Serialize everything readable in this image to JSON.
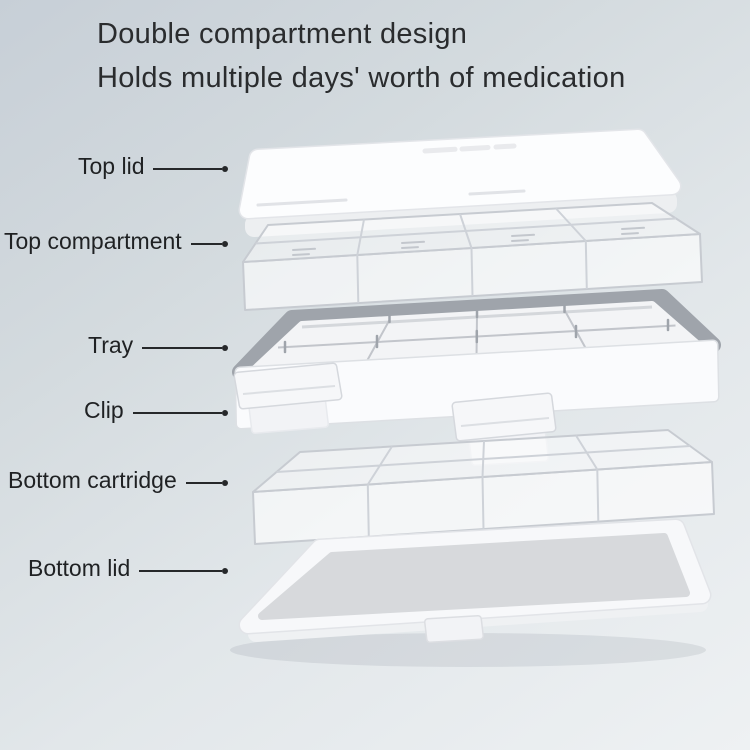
{
  "title": {
    "line1": "Double compartment design",
    "line2": "Holds multiple days' worth of medication"
  },
  "labels": {
    "top_lid": "Top lid",
    "top_compartment": "Top compartment",
    "tray": "Tray",
    "clip": "Clip",
    "bottom_cartridge": "Bottom cartridge",
    "bottom_lid": "Bottom lid"
  },
  "colors": {
    "background_top": "#c7cfd7",
    "background_bottom": "#eef1f3",
    "callout_line": "#26282a",
    "title_text": "#2a2c2e",
    "plastic_white": "#fcfdfe",
    "tray_rim_gray": "#9fa4ab",
    "bottom_lid_inner_gray": "#d7d9dc",
    "clear_cell_stroke": "#c7cbd1"
  }
}
